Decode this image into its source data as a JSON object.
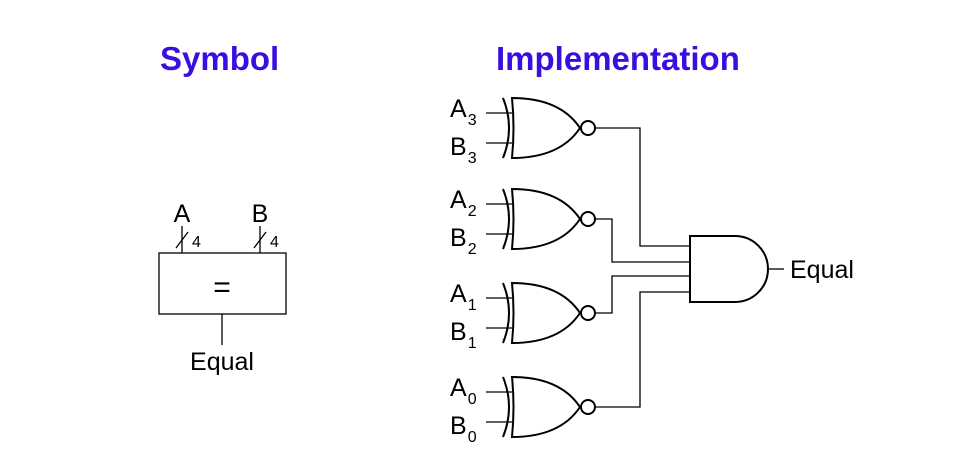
{
  "headings": {
    "symbol": "Symbol",
    "implementation": "Implementation"
  },
  "colors": {
    "heading": "#3b0ee0",
    "line": "#000000",
    "background": "#ffffff"
  },
  "symbol": {
    "input_a": "A",
    "input_b": "B",
    "bus_width_a": "4",
    "bus_width_b": "4",
    "operator": "=",
    "output": "Equal"
  },
  "implementation": {
    "gates": [
      {
        "a_base": "A",
        "a_sub": "3",
        "b_base": "B",
        "b_sub": "3"
      },
      {
        "a_base": "A",
        "a_sub": "2",
        "b_base": "B",
        "b_sub": "2"
      },
      {
        "a_base": "A",
        "a_sub": "1",
        "b_base": "B",
        "b_sub": "1"
      },
      {
        "a_base": "A",
        "a_sub": "0",
        "b_base": "B",
        "b_sub": "0"
      }
    ],
    "output": "Equal"
  }
}
